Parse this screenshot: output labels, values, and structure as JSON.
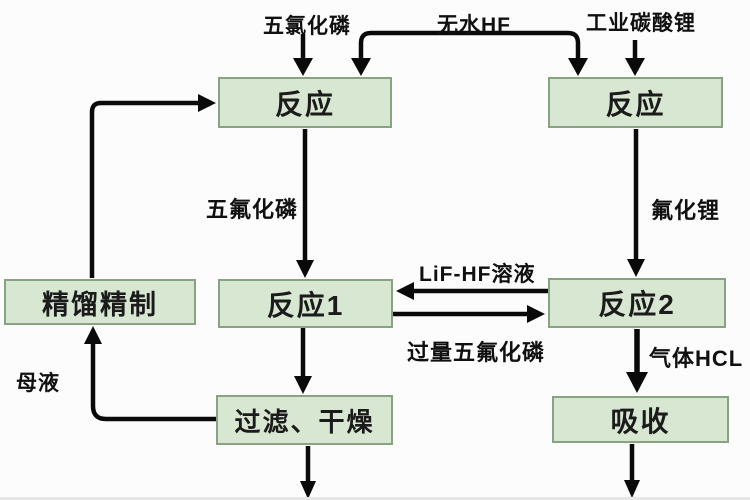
{
  "diagram": {
    "description": "Chemical process flowchart (lithium hexafluorophosphate production)",
    "nodes": [
      {
        "id": "reaction-left",
        "label": "反应"
      },
      {
        "id": "reaction-right",
        "label": "反应"
      },
      {
        "id": "refining",
        "label": "精馏精制"
      },
      {
        "id": "reaction-1",
        "label": "反应1"
      },
      {
        "id": "reaction-2",
        "label": "反应2"
      },
      {
        "id": "filter-dry",
        "label": "过滤、干燥"
      },
      {
        "id": "absorption",
        "label": "吸收"
      }
    ],
    "labels": {
      "pcl5": "五氯化磷",
      "anhydrous_hf": "无水HF",
      "li2co3": "工业碳酸锂",
      "pf5": "五氟化磷",
      "lif": "氟化锂",
      "lif_hf_solution": "LiF-HF溶液",
      "excess_pf5": "过量五氟化磷",
      "hcl_gas": "气体HCL",
      "mother_liquor": "母液"
    },
    "edges": [
      {
        "from": "五氯化磷 (feed)",
        "to": "反应 (left)",
        "label": "五氯化磷"
      },
      {
        "from": "无水HF (feed)",
        "to": "反应 (left) & 反应 (right)",
        "label": "无水HF"
      },
      {
        "from": "工业碳酸锂 (feed)",
        "to": "反应 (right)",
        "label": "工业碳酸锂"
      },
      {
        "from": "反应 (left)",
        "to": "反应1",
        "label": "五氟化磷"
      },
      {
        "from": "反应 (right)",
        "to": "反应2",
        "label": "氟化锂"
      },
      {
        "from": "反应2",
        "to": "反应1",
        "label": "LiF-HF溶液"
      },
      {
        "from": "反应1",
        "to": "反应2",
        "label": "过量五氟化磷"
      },
      {
        "from": "反应1",
        "to": "过滤、干燥",
        "label": ""
      },
      {
        "from": "反应2",
        "to": "吸收",
        "label": "气体HCL"
      },
      {
        "from": "过滤、干燥",
        "to": "精馏精制",
        "label": "母液"
      },
      {
        "from": "精馏精制",
        "to": "反应 (left)",
        "label": ""
      },
      {
        "from": "过滤、干燥",
        "to": "out (bottom)",
        "label": ""
      },
      {
        "from": "吸收",
        "to": "out (bottom)",
        "label": ""
      }
    ],
    "colors": {
      "node_fill": "#d8e7d2",
      "node_border": "#87a381",
      "arrow": "#0a0a0a",
      "text": "#101010",
      "background": "#fcfcfc"
    }
  }
}
